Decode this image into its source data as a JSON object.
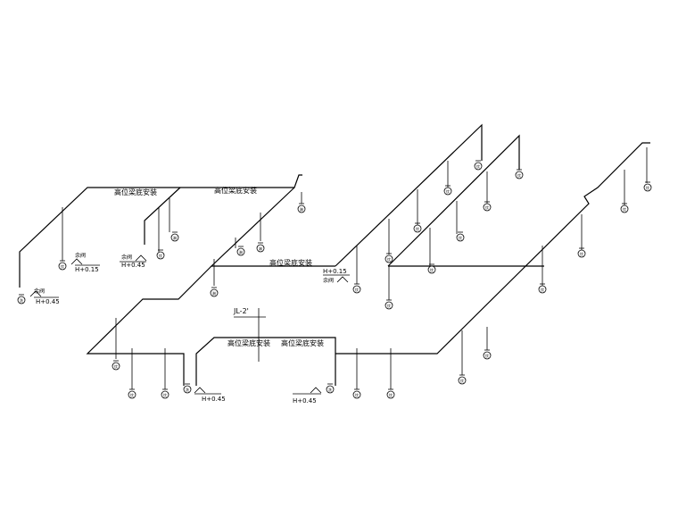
{
  "labels": {
    "beam_install": "高位梁底安装",
    "valve": "余阀",
    "h015": "H+0.15",
    "h045": "H+0.45",
    "riser": "JL-2'",
    "fixture_a": "饮",
    "fixture_b": "淋",
    "fixture_c": "洗"
  },
  "drawing": {
    "line_color": "#000000",
    "background": "#ffffff"
  }
}
